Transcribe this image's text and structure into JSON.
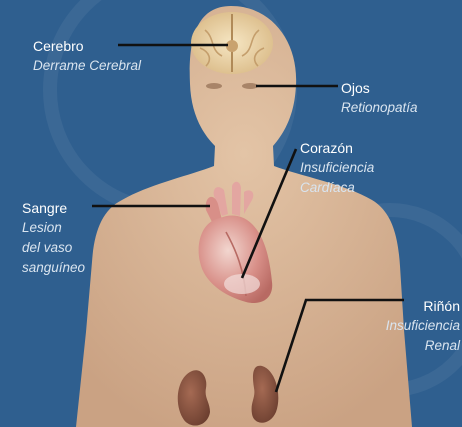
{
  "colors": {
    "background": "#2f5f8f",
    "skin": "#d7b597",
    "brain": "#ead3a3",
    "heart": "#d88f88",
    "kidney": "#7a4938",
    "callout_line": "#111111",
    "label_name": "#ffffff",
    "label_condition": "#d9e4ef"
  },
  "labels": {
    "brain": {
      "name": "Cerebro",
      "condition": "Derrame Cerebral"
    },
    "eyes": {
      "name": "Ojos",
      "condition": "Retionopatía"
    },
    "heart": {
      "name": "Corazón",
      "condition_line1": "Insuficiencia",
      "condition_line2": "Cardíaca"
    },
    "blood": {
      "name": "Sangre",
      "condition_line1": "Lesion",
      "condition_line2": "del vaso",
      "condition_line3": "sanguíneo"
    },
    "kidney": {
      "name": "Riñón",
      "condition_line1": "Insuficiencia",
      "condition_line2": "Renal"
    }
  }
}
